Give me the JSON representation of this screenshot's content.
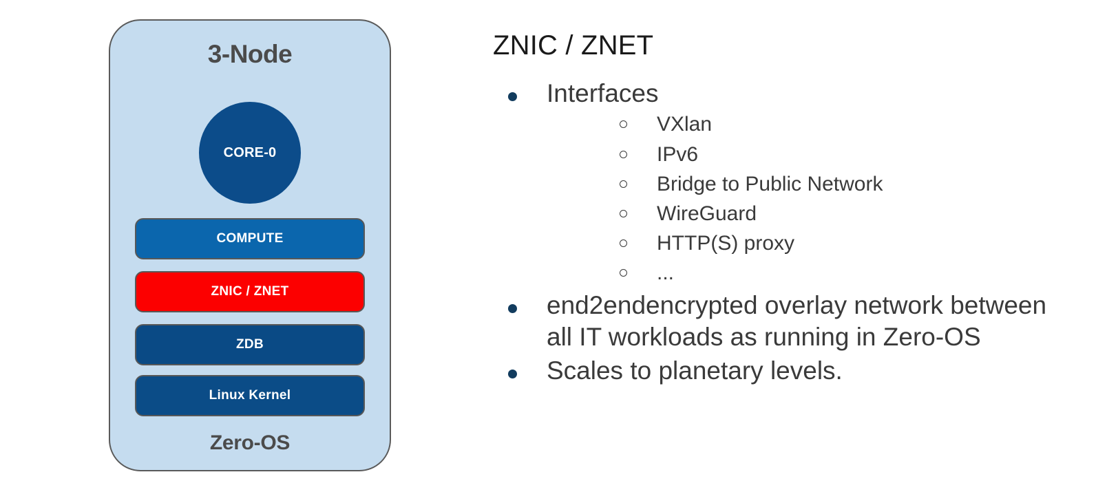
{
  "diagram": {
    "card_title": "3-Node",
    "core_label": "CORE-0",
    "os_label": "Zero-OS",
    "layers": [
      {
        "label": "COMPUTE",
        "color": "#0b66ad"
      },
      {
        "label": "ZNIC / ZNET",
        "color": "#fc0000"
      },
      {
        "label": "ZDB",
        "color": "#0a4a85"
      },
      {
        "label": "Linux Kernel",
        "color": "#0b4c87"
      }
    ],
    "colors": {
      "card_background": "#c5dcef",
      "card_border": "#5a5a5a",
      "core_circle": "#0c4c8a",
      "title_text": "#4b4b4b",
      "highlight_red": "#fc0000"
    }
  },
  "content": {
    "heading": "ZNIC / ZNET",
    "bullets": [
      {
        "text": "Interfaces",
        "sub_bullets": [
          "VXlan",
          "IPv6",
          "Bridge to Public Network",
          "WireGuard",
          "HTTP(S) proxy",
          "..."
        ]
      },
      {
        "text": "end2endencrypted overlay network between all IT workloads as running in Zero-OS",
        "sub_bullets": []
      },
      {
        "text": "Scales to planetary levels.",
        "sub_bullets": []
      }
    ],
    "colors": {
      "heading_text": "#1a1a1a",
      "body_text": "#3a3a3a",
      "bullet_marker": "#123c5e"
    }
  }
}
